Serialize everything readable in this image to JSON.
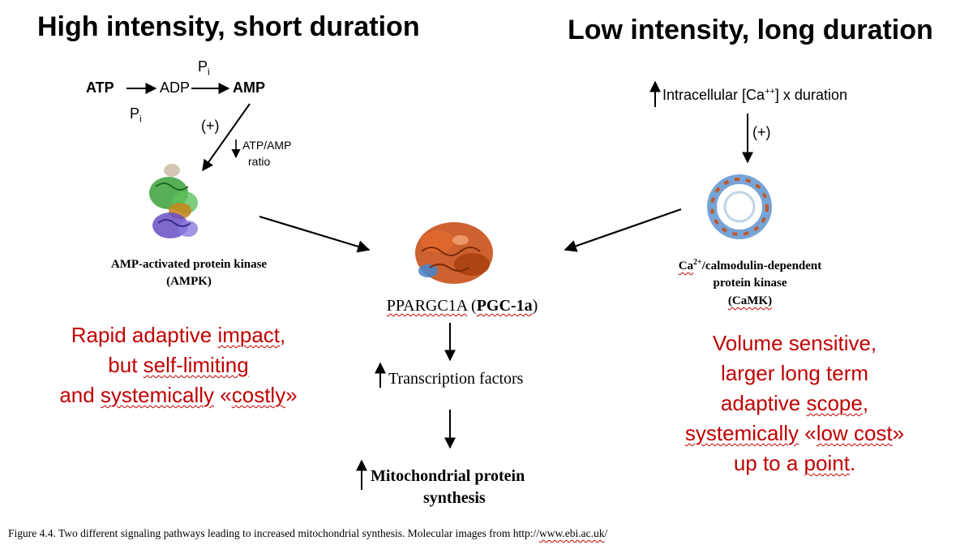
{
  "headings": {
    "left": "High intensity, short duration",
    "right": "Low intensity, long duration"
  },
  "left_pathway": {
    "atp": "ATP",
    "adp": "ADP",
    "amp": "AMP",
    "pi_main": "P",
    "pi_sub": "i",
    "plus": "(+)",
    "ratio_line1": "ATP/AMP",
    "ratio_line2": "ratio",
    "enzyme_line1": "AMP-activated protein kinase",
    "enzyme_line2": "(AMPK)"
  },
  "right_pathway": {
    "calcium_pre": "Intracellular [Ca",
    "calcium_sup": "++",
    "calcium_post": "] x duration",
    "plus": "(+)",
    "enzyme_ca": "Ca",
    "enzyme_sup": "2+",
    "enzyme_line1_rest": "/calmodulin-dependent",
    "enzyme_line2": "protein kinase",
    "enzyme_line3": "(CaMK)"
  },
  "center": {
    "gene_name": "PPARGC1A",
    "gene_open": " (",
    "gene_symbol": "PGC-1a",
    "gene_close": ")",
    "transcription": "Transcription factors",
    "mito_line1": "Mitochondrial protein",
    "mito_line2": "synthesis"
  },
  "notes": {
    "left": {
      "l1a": "Rapid adaptive ",
      "l1b": "impact",
      "l1c": ",",
      "l2a": "but ",
      "l2b": "self-limiting",
      "l3a": "and ",
      "l3b": "systemically",
      "l3c": " «",
      "l3d": "costly",
      "l3e": "»"
    },
    "right": {
      "l1": "Volume sensitive,",
      "l2": "larger long term",
      "l3a": "adaptive ",
      "l3b": "scope",
      "l3c": ",",
      "l4a": "systemically",
      "l4b": " «",
      "l4c": "low cost",
      "l4d": "»",
      "l5a": "up to a ",
      "l5b": "point",
      "l5c": "."
    }
  },
  "caption": {
    "text": "Figure 4.4.  Two different signaling pathways leading to increased mitochondrial synthesis. Molecular images from http://",
    "link": "www.ebi.ac.uk",
    "tail": "/"
  },
  "colors": {
    "note_red": "#c00000",
    "pgc_orange": "#c8501a",
    "ampk_green": "#3aa23a",
    "ampk_purple": "#6a4fc4",
    "camk_blue": "#4a86c8"
  }
}
